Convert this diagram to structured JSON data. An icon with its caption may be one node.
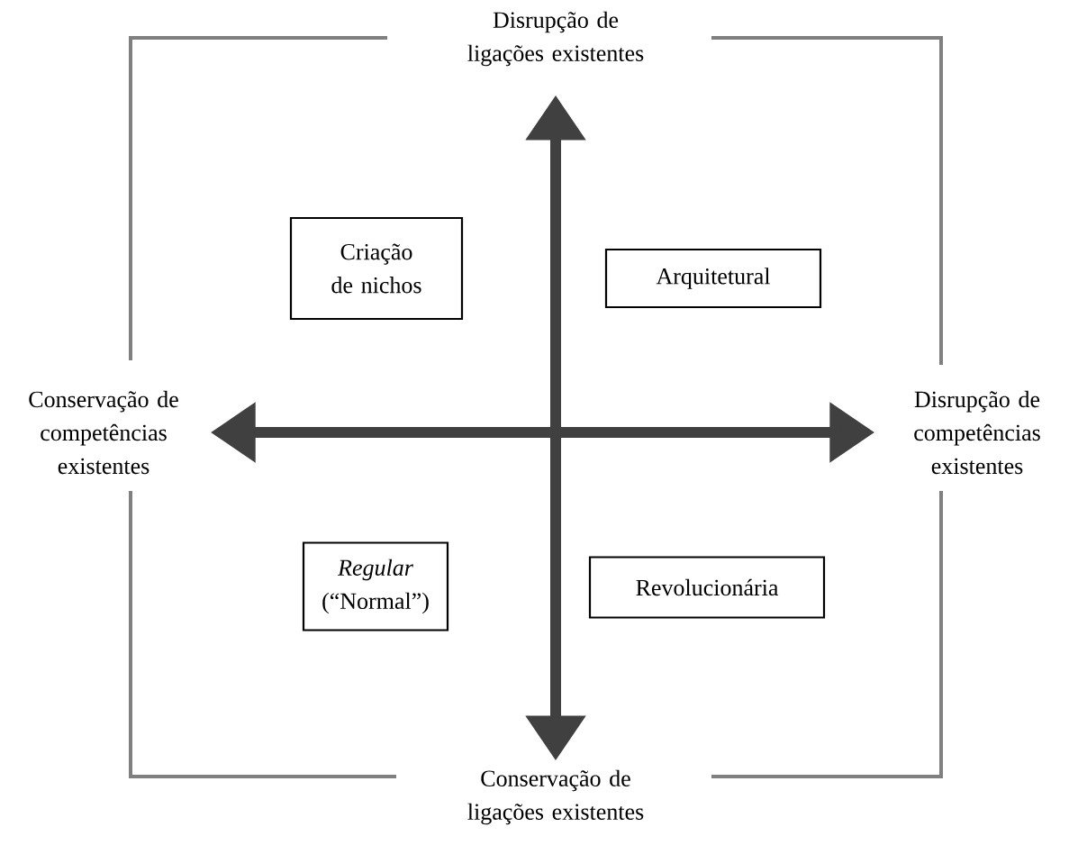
{
  "diagram": {
    "nodes": [
      {
        "text": [
          "Disrupção de ligações existentes"
        ]
      },
      {
        "text": [
          "Criação de nichos"
        ]
      },
      {
        "text": [
          "Arquitetural"
        ]
      },
      {
        "text": [
          "Conservação de competências existentes"
        ]
      },
      {
        "text": [
          "Disrupção de competências existentes"
        ]
      },
      {
        "text": [
          "*Regular* (“Normal”)"
        ]
      },
      {
        "text": [
          "Revolucionária"
        ]
      },
      {
        "text": [
          "Conservação de ligações existentes"
        ]
      }
    ],
    "edges": [
      {
        "from": 7,
        "to": 0,
        "arrow": "both"
      },
      {
        "from": 3,
        "to": 4,
        "arrow": "both"
      }
    ]
  }
}
